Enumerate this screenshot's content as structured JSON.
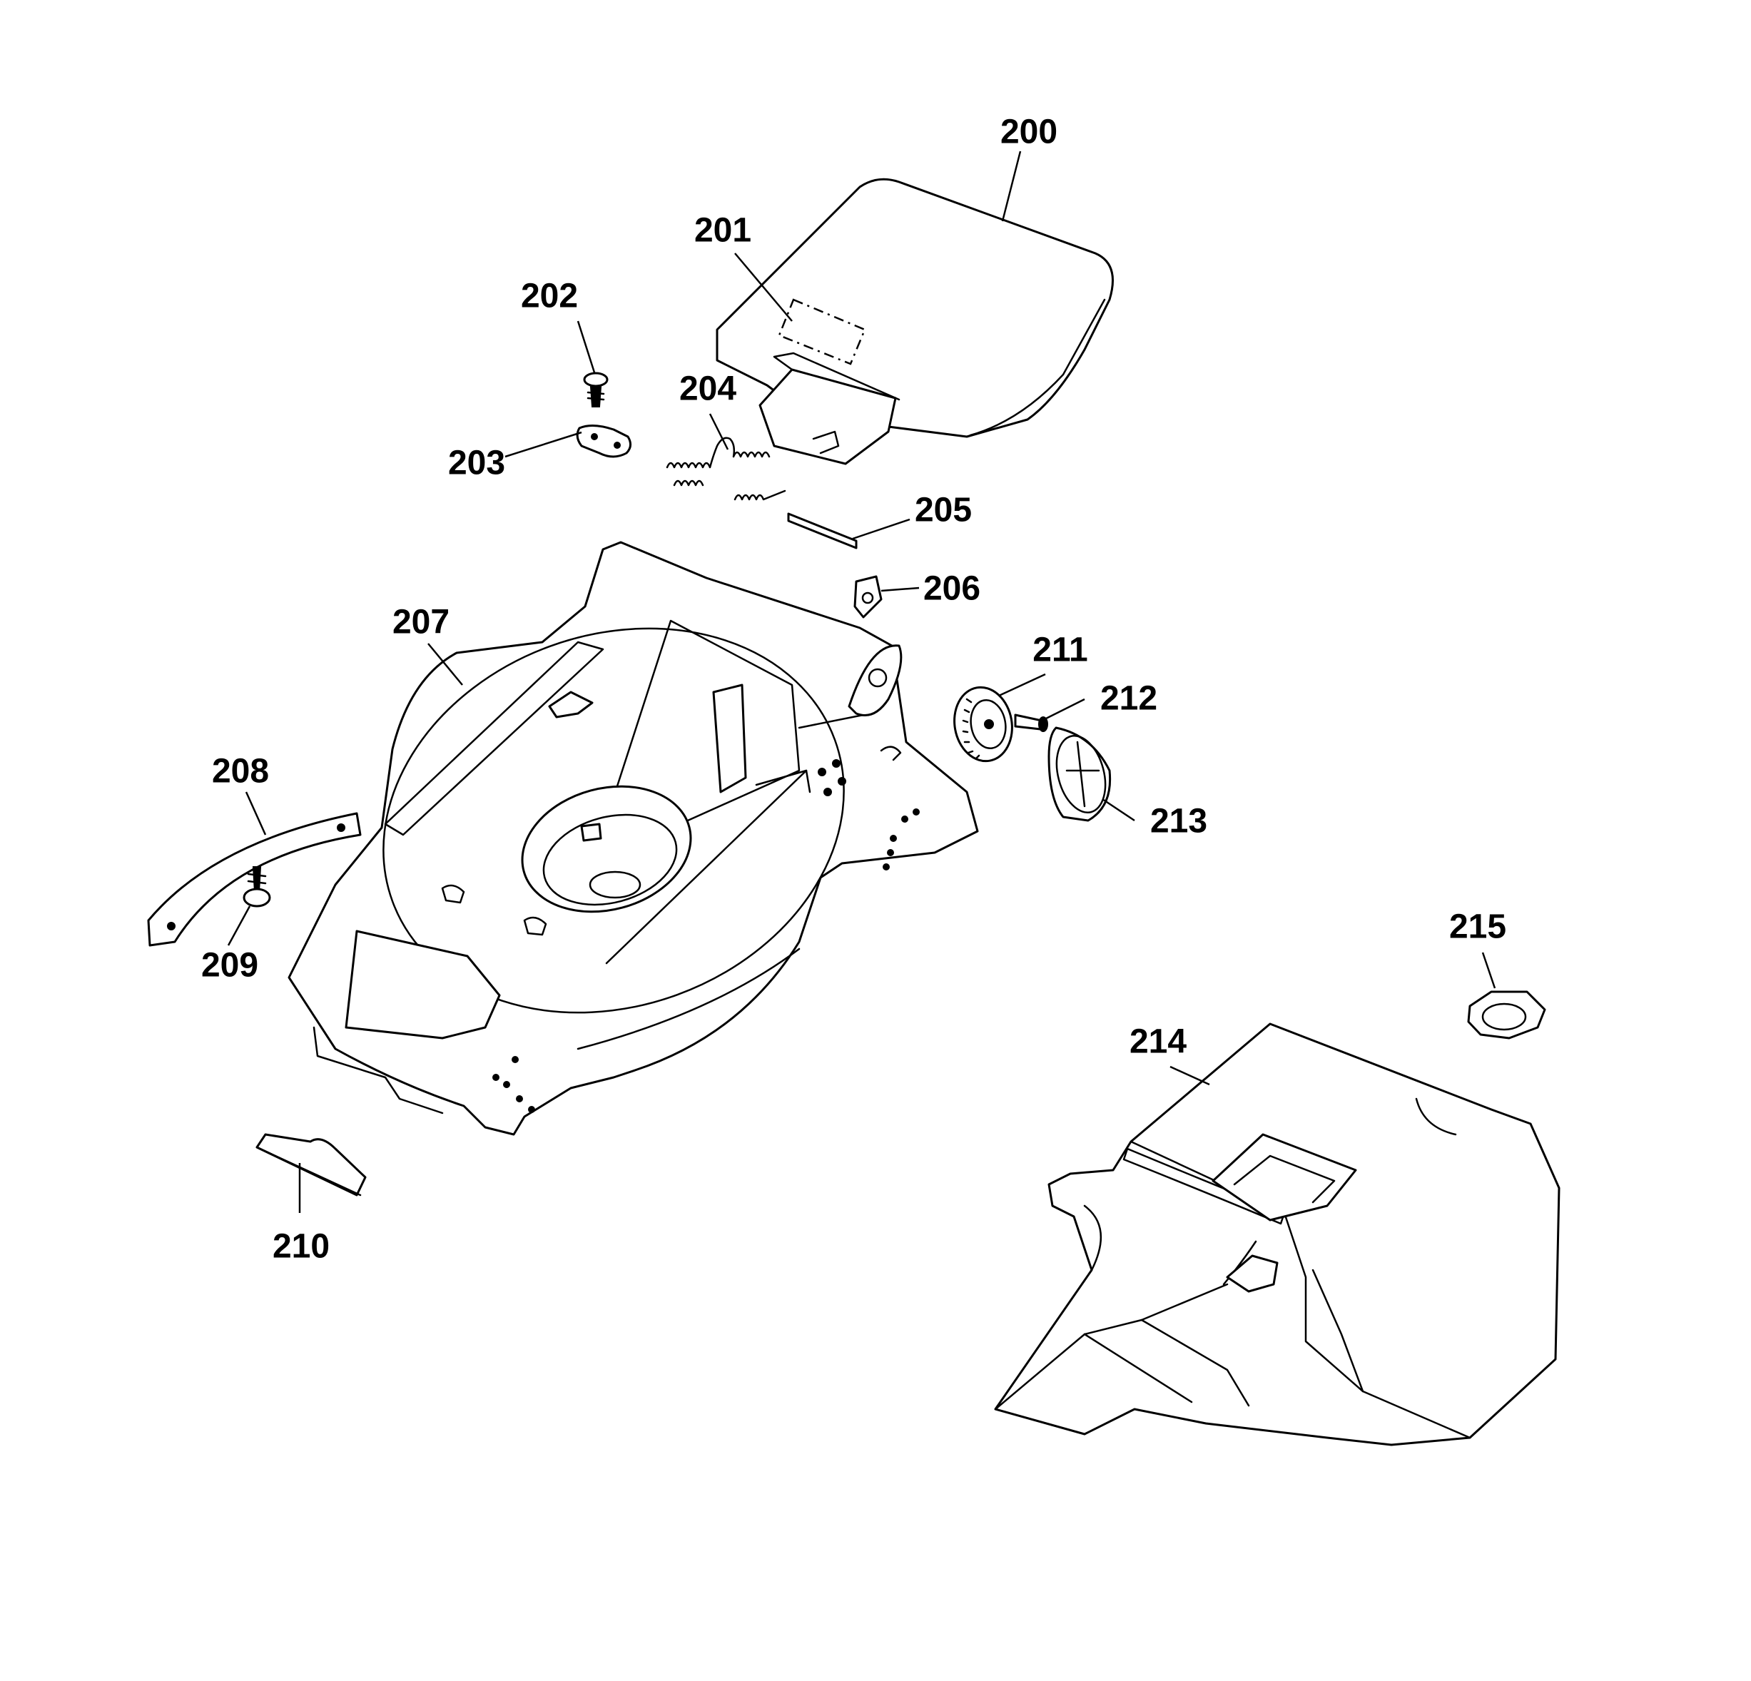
{
  "callouts": {
    "p200": "200",
    "p201": "201",
    "p202": "202",
    "p203": "203",
    "p204": "204",
    "p205": "205",
    "p206": "206",
    "p207": "207",
    "p208": "208",
    "p209": "209",
    "p210": "210",
    "p211": "211",
    "p212": "212",
    "p213": "213",
    "p214": "214",
    "p215": "215"
  }
}
